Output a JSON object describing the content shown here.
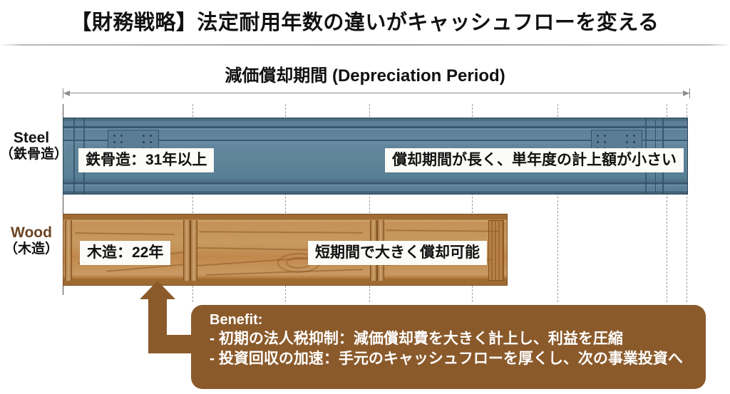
{
  "header": {
    "title": "【財務戦略】法定耐用年数の違いがキャッシュフローを変える",
    "subtitle": "減価償却期間 (Depreciation Period)"
  },
  "rows": [
    {
      "key": "steel",
      "label_en": "Steel",
      "label_jp": "（鉄骨造）",
      "bar_label": "鉄骨造：31年以上",
      "bar_note": "償却期間が長く、単年度の計上額が小さい",
      "color": "#5d8099"
    },
    {
      "key": "wood",
      "label_en": "Wood",
      "label_jp": "（木造）",
      "bar_label": "木造：22年",
      "bar_note": "短期間で大きく償却可能",
      "color": "#c59156"
    }
  ],
  "callout": {
    "heading": "Benefit:",
    "line1": "- 初期の法人税抑制：減価償却費を大きく計上し、利益を圧縮",
    "line2": "- 投資回収の加速：手元のキャッシュフローを厚くし、次の事業投資へ",
    "color": "#8b5a2b"
  },
  "chart_data": {
    "type": "bar",
    "title": "減価償却期間 (Depreciation Period)",
    "orientation": "horizontal",
    "categories": [
      "Steel（鉄骨造）",
      "Wood（木造）"
    ],
    "values": [
      31,
      22
    ],
    "value_labels": [
      "31年以上",
      "22年"
    ],
    "unit": "年",
    "xlabel": "減価償却期間 (Depreciation Period)",
    "ylabel": "",
    "xlim": [
      0,
      35
    ],
    "grid": true,
    "legend": "none",
    "annotations": [
      "償却期間が長く、単年度の計上額が小さい",
      "短期間で大きく償却可能"
    ]
  }
}
